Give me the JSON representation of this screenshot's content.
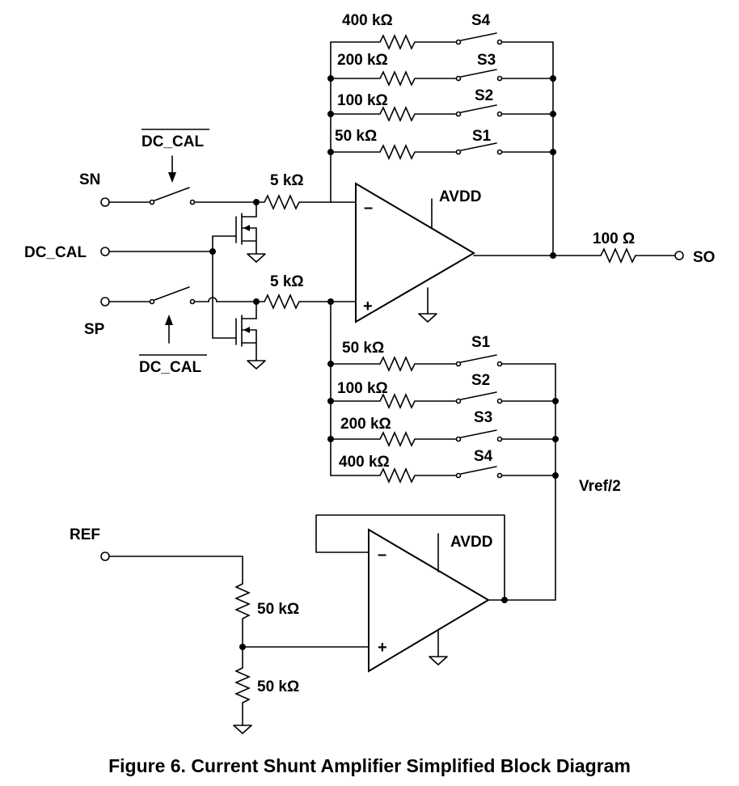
{
  "caption": "Figure 6.  Current Shunt Amplifier Simplified Block Diagram",
  "pins": {
    "sn": "SN",
    "dc_cal": "DC_CAL",
    "sp": "SP",
    "so": "SO",
    "ref": "REF"
  },
  "control": {
    "dc_cal_bar_top": "DC_CAL",
    "dc_cal_bar_bottom": "DC_CAL"
  },
  "resistors": {
    "r_in_neg": "5 kΩ",
    "r_in_pos": "5 kΩ",
    "r_out": "100 Ω",
    "fb_400k": "400 kΩ",
    "fb_200k": "200 kΩ",
    "fb_100k": "100 kΩ",
    "fb_50k": "50 kΩ",
    "gnd_50k": "50 kΩ",
    "gnd_100k": "100 kΩ",
    "gnd_200k": "200 kΩ",
    "gnd_400k": "400 kΩ",
    "ref_div_top": "50 kΩ",
    "ref_div_bottom": "50 kΩ"
  },
  "switches": {
    "fb_s4": "S4",
    "fb_s3": "S3",
    "fb_s2": "S2",
    "fb_s1": "S1",
    "gnd_s1": "S1",
    "gnd_s2": "S2",
    "gnd_s3": "S3",
    "gnd_s4": "S4"
  },
  "amplifiers": {
    "main_supply": "AVDD",
    "main_minus": "–",
    "main_plus": "+",
    "buffer_supply": "AVDD",
    "buffer_minus": "–",
    "buffer_plus": "+"
  },
  "nets": {
    "vref_half": "Vref/2"
  }
}
